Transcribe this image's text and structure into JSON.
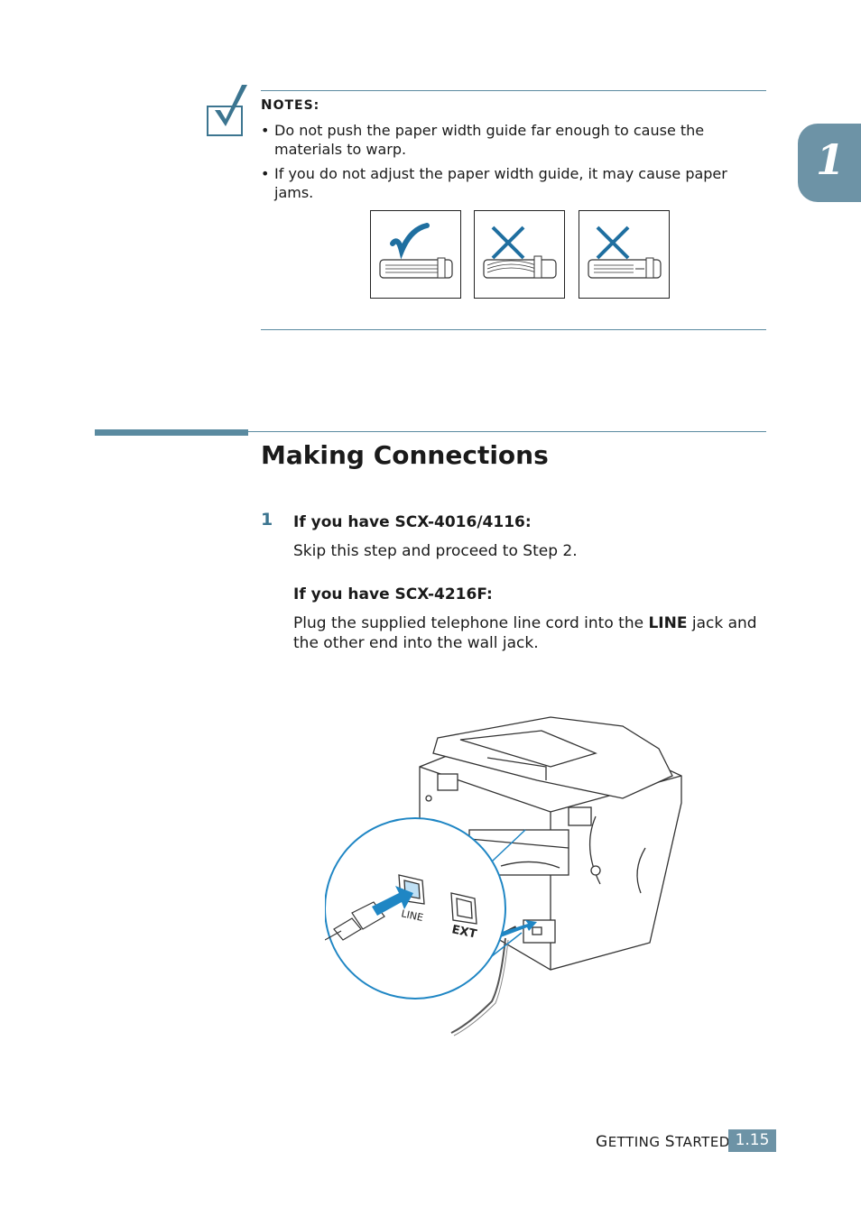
{
  "notes": {
    "heading_first": "N",
    "heading_rest": "OTES:",
    "bullets": [
      "Do not push the paper width guide far enough to cause the materials to warp.",
      "If you do not adjust the paper width guide, it may cause paper jams."
    ],
    "bullet_char": "•"
  },
  "section": {
    "title": "Making Connections",
    "step_number": "1",
    "model_a_heading": "If you have SCX-4016/4116:",
    "model_a_text": "Skip this step and proceed to Step 2.",
    "model_b_heading": "If you have SCX-4216F:",
    "model_b_text_before": "Plug the supplied telephone line cord into the ",
    "model_b_text_bold": "LINE",
    "model_b_text_after": " jack and the other end into the wall jack."
  },
  "illustration": {
    "jack_line_label": "LINE",
    "jack_ext_label": "EXT"
  },
  "chapter": {
    "number": "1"
  },
  "footer": {
    "title_g": "G",
    "title_etting": "ETTING",
    "title_s": "S",
    "title_tarted": "TARTED",
    "page_number": "1.15"
  },
  "colors": {
    "accent": "#5a8aa0",
    "tab": "#6d93a6",
    "illustration_blue": "#1f86c4"
  }
}
